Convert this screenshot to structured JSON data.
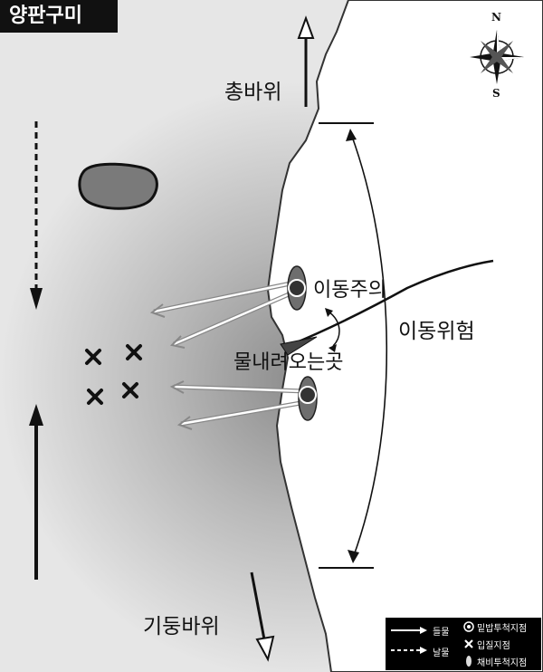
{
  "title": "양판구미",
  "compass": {
    "north": "N",
    "south": "S"
  },
  "labels": {
    "rock_top": "총바위",
    "rock_bottom": "기둥바위",
    "caution": "이동주의",
    "danger": "이동위험",
    "inflow": "물내려오는곳"
  },
  "legend": {
    "flood_tide": "들물",
    "ebb_tide": "날물",
    "bait_point": "밑밥투척지점",
    "entry_point": "입질지점",
    "gear_point": "채비투척지점"
  }
}
